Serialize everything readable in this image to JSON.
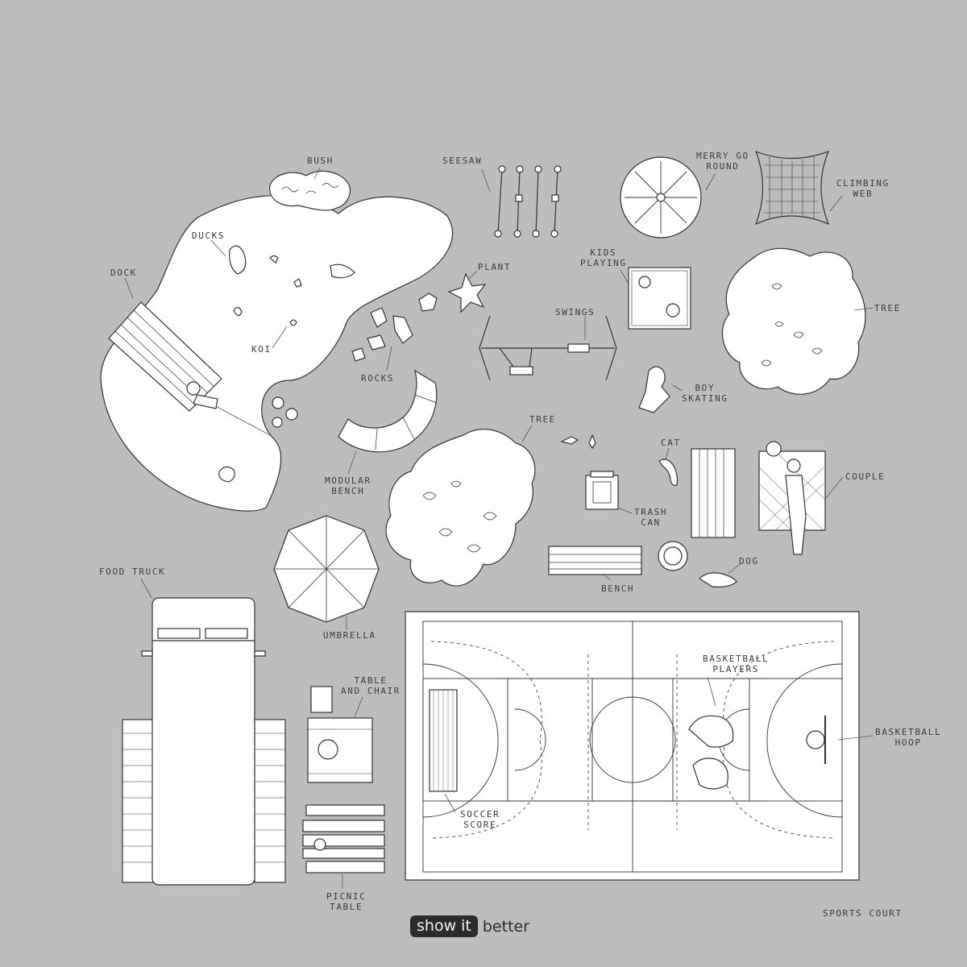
{
  "labels": {
    "bush": "BUSH",
    "seesaw": "SEESAW",
    "merry_go_round": "MERRY GO\nROUND",
    "climbing_web": "CLIMBING\nWEB",
    "ducks": "DUCKS",
    "dock": "DOCK",
    "plant": "PLANT",
    "kids_playing": "KIDS\nPLAYING",
    "tree_right": "TREE",
    "swings": "SWINGS",
    "koi": "KOI",
    "rocks": "ROCKS",
    "boy_skating": "BOY\nSKATING",
    "tree_center": "TREE",
    "cat": "CAT",
    "couple": "COUPLE",
    "modular_bench": "MODULAR\nBENCH",
    "trash_can": "TRASH\nCAN",
    "dog": "DOG",
    "food_truck": "FOOD TRUCK",
    "bench": "BENCH",
    "umbrella": "UMBRELLA",
    "basketball_players": "BASKETBALL\nPLAYERS",
    "table_and_chair": "TABLE\nAND CHAIR",
    "basketball_hoop": "BASKETBALL\nHOOP",
    "soccer_score": "SOCCER\nSCORE",
    "picnic_table": "PICNIC\nTABLE",
    "sports_court": "SPORTS COURT"
  },
  "brand": {
    "box_text": "show it",
    "word": "better"
  },
  "colors": {
    "background": "#bdbdbd",
    "fill": "#ffffff",
    "stroke": "#333333"
  }
}
